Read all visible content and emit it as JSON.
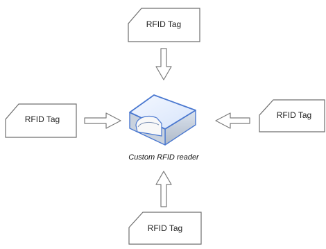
{
  "diagram": {
    "tags": {
      "top": "RFID Tag",
      "left": "RFID Tag",
      "right": "RFID Tag",
      "bottom": "RFID Tag"
    },
    "reader_label": "Custom RFID reader",
    "colors": {
      "card_fill": "#ffffff",
      "card_stroke": "#6f6f6f",
      "arrow_stroke": "#7a7a7a",
      "reader_blue": "#4a78d0",
      "reader_top_light": "#eef4ff",
      "reader_side_gray": "#c9d2de"
    }
  }
}
